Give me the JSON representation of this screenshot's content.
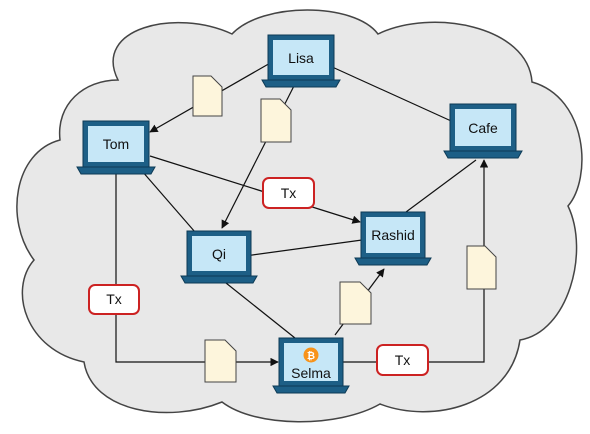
{
  "nodes": {
    "lisa": {
      "label": "Lisa"
    },
    "tom": {
      "label": "Tom"
    },
    "cafe": {
      "label": "Cafe"
    },
    "qi": {
      "label": "Qi"
    },
    "rashid": {
      "label": "Rashid"
    },
    "selma": {
      "label": "Selma",
      "has_bitcoin": true
    }
  },
  "tx_labels": {
    "tom_rashid": "Tx",
    "tom_selma": "Tx",
    "selma_cafe": "Tx"
  },
  "colors": {
    "cloud_fill": "#e8e8e8",
    "cloud_stroke": "#444444",
    "screen_fill": "#c6e7f7",
    "laptop_body": "#1d5f86",
    "doc_fill": "#fdf5dc",
    "tx_stroke": "#cc2222",
    "bitcoin": "#f7931a",
    "line": "#111111"
  }
}
